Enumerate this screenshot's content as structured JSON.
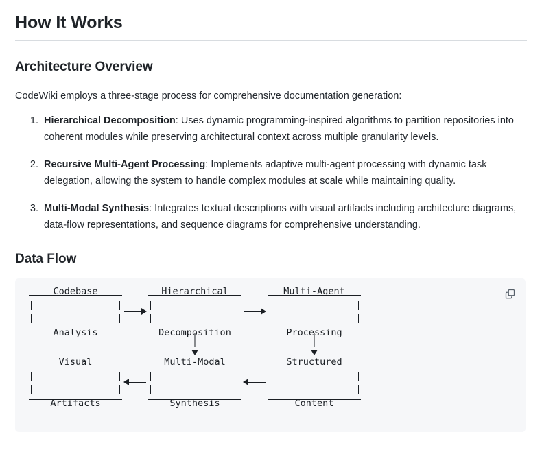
{
  "page": {
    "title": "How It Works"
  },
  "architecture": {
    "heading": "Architecture Overview",
    "intro": "CodeWiki employs a three-stage process for comprehensive documentation generation:",
    "steps": [
      {
        "term": "Hierarchical Decomposition",
        "separator": ": ",
        "text": "Uses dynamic programming-inspired algorithms to partition repositories into coherent modules while preserving architectural context across multiple granularity levels."
      },
      {
        "term": "Recursive Multi-Agent Processing",
        "separator": ": ",
        "text": "Implements adaptive multi-agent processing with dynamic task delegation, allowing the system to handle complex modules at scale while maintaining quality."
      },
      {
        "term": "Multi-Modal Synthesis",
        "separator": ": ",
        "text": "Integrates textual descriptions with visual artifacts including architecture diagrams, data-flow representations, and sequence diagrams for comprehensive understanding."
      }
    ]
  },
  "data_flow": {
    "heading": "Data Flow",
    "copy_icon": "copy-icon",
    "nodes": {
      "codebase_analysis": {
        "line1": "Codebase",
        "line2": "Analysis"
      },
      "hierarchical_decomposition": {
        "line1": "Hierarchical",
        "line2": "Decomposition"
      },
      "multi_agent_processing": {
        "line1": "Multi-Agent",
        "line2": "Processing"
      },
      "visual_artifacts": {
        "line1": "Visual",
        "line2": "Artifacts"
      },
      "multi_modal_synthesis": {
        "line1": "Multi-Modal",
        "line2": "Synthesis"
      },
      "structured_content": {
        "line1": "Structured",
        "line2": "Content"
      }
    },
    "edges": [
      {
        "from": "Codebase Analysis",
        "to": "Hierarchical Decomposition",
        "direction": "right"
      },
      {
        "from": "Hierarchical Decomposition",
        "to": "Multi-Agent Processing",
        "direction": "right"
      },
      {
        "from": "Hierarchical Decomposition",
        "to": "Multi-Modal Synthesis",
        "direction": "down"
      },
      {
        "from": "Multi-Agent Processing",
        "to": "Structured Content",
        "direction": "down"
      },
      {
        "from": "Multi-Modal Synthesis",
        "to": "Visual Artifacts",
        "direction": "left"
      },
      {
        "from": "Structured Content",
        "to": "Multi-Modal Synthesis",
        "direction": "left"
      }
    ]
  },
  "colors": {
    "text": "#1f2328",
    "body_text": "#24292f",
    "rule": "#d8dce0",
    "code_bg": "#f6f7f9",
    "ascii_ink": "#1b1f24",
    "icon": "#57606a"
  }
}
